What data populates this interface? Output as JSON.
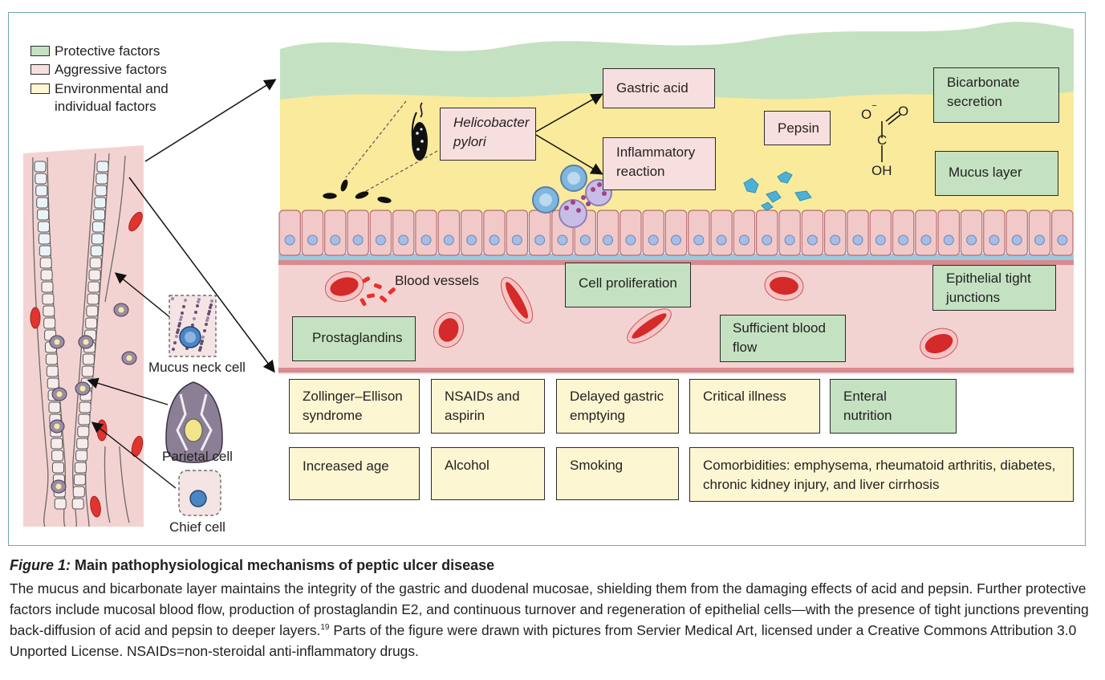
{
  "legend": [
    {
      "label": "Protective factors",
      "color": "#c4e2c2"
    },
    {
      "label": "Aggressive factors",
      "color": "#f7dfe0"
    },
    {
      "label": "Environmental and individual factors",
      "color": "#fdf6d2"
    }
  ],
  "cell_labels": {
    "mucus_neck": "Mucus neck cell",
    "parietal": "Parietal cell",
    "chief": "Chief cell"
  },
  "boxes": {
    "h_pylori": "Helicobacter pylori",
    "gastric_acid": "Gastric acid",
    "inflammatory": "Inflammatory reaction",
    "pepsin": "Pepsin",
    "bicarbonate": "Bicarbonate secretion",
    "mucus_layer": "Mucus layer",
    "cell_proliferation": "Cell proliferation",
    "epithelial_tight": "Epithelial tight junctions",
    "prostaglandins": "Prostaglandins",
    "sufficient_blood": "Sufficient blood flow"
  },
  "blood_vessels_label": "Blood vessels",
  "bicarbonate_molecule": {
    "o_minus": "O",
    "charge": "−",
    "o": "O",
    "c": "C",
    "oh": "OH"
  },
  "environmental_factors": [
    "Zollinger–Ellison syndrome",
    "NSAIDs and aspirin",
    "Delayed gastric emptying",
    "Critical illness",
    "Enteral nutrition",
    "Increased age",
    "Alcohol",
    "Smoking",
    "Comorbidities: emphysema, rheumatoid arthritis, diabetes, chronic kidney injury, and liver cirrhosis"
  ],
  "colors": {
    "protective": "#c4e2c2",
    "aggressive": "#f7dfe0",
    "environmental": "#fdf6d2",
    "mucus_band": "#f9ea9c",
    "tissue": "#f3d3d2",
    "cell": "#f2c9c9",
    "nucleus": "#a6bde6"
  },
  "caption": {
    "label": "Figure 1:",
    "title": "Main pathophysiological mechanisms of peptic ulcer disease",
    "body": "The mucus and bicarbonate layer maintains the integrity of the gastric and duodenal mucosae, shielding them from the damaging effects of acid and pepsin. Further protective factors include mucosal blood flow, production of prostaglandin E2, and continuous turnover and regeneration of epithelial cells—with the presence of tight junctions preventing back-diffusion of acid and pepsin to deeper layers.",
    "ref": "19",
    "body2": "Parts of the figure were drawn with pictures from Servier Medical Art, licensed under a Creative Commons Attribution 3.0 Unported License. NSAIDs=non-steroidal anti-inflammatory drugs."
  }
}
